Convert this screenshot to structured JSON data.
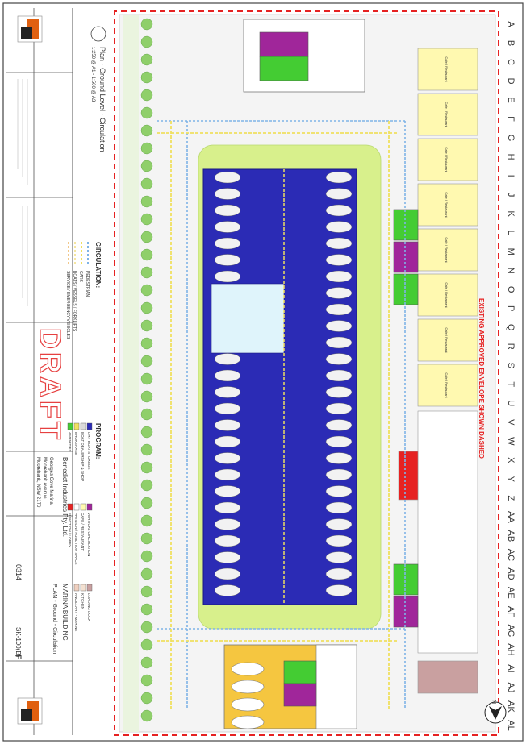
{
  "plan": {
    "title": "Plan - Ground Level - Circulation",
    "scale": "1:250 @ A1 - 1:500 @ A3",
    "draft_stamp": "DRAFT",
    "envelope_note": "EXISTING APPROVED ENVELOPE SHOWN DASHED",
    "north_label": "N"
  },
  "grid_labels": [
    "A",
    "B",
    "C",
    "D",
    "E",
    "F",
    "G",
    "H",
    "I",
    "J",
    "K",
    "L",
    "M",
    "N",
    "O",
    "P",
    "Q",
    "R",
    "S",
    "T",
    "U",
    "V",
    "W",
    "X",
    "Y",
    "Z",
    "AA",
    "AB",
    "AC",
    "AD",
    "AE",
    "AF",
    "AG",
    "AH",
    "AI",
    "AJ",
    "AK",
    "AL"
  ],
  "tenancies": [
    "Cafe / Restaurant",
    "Cafe / Restaurant",
    "Cafe / Restaurant",
    "Cafe / Restaurant",
    "Cafe / Restaurant",
    "Cafe / Restaurant",
    "Cafe / Restaurant",
    "Cafe / Restaurant"
  ],
  "circulation": {
    "heading": "CIRCULATION:",
    "items": [
      {
        "label": "PEDESTRIAN",
        "color": "#7fb3e6"
      },
      {
        "label": "CARS",
        "color": "#f0e060"
      },
      {
        "label": "BOATS / VESSELS / FORKLIFTS",
        "color": "#f5e6a0"
      },
      {
        "label": "SERVICE / EMERGENCY VEHICLES",
        "color": "#f2c88a"
      }
    ]
  },
  "program": {
    "heading": "PROGRAM:",
    "items": [
      {
        "label": "DRY BOAT STORAGE",
        "color": "#2b2bb5"
      },
      {
        "label": "BOAT DEALERSHIP & SHOP",
        "color": "#d9d9d9"
      },
      {
        "label": "BROKERAGE",
        "color": "#f0e060"
      },
      {
        "label": "AMENITIES",
        "color": "#44cc33"
      },
      {
        "label": "VERTICAL CIRCULATION",
        "color": "#a0269a"
      },
      {
        "label": "CAFE / RESTAURANT",
        "color": "#fff9b0"
      },
      {
        "label": "PAVILION / FUNCTION SPACE",
        "color": "#ffffff"
      },
      {
        "label": "FUNCTION / LOBBY",
        "color": "#e62222"
      },
      {
        "label": "LOADING DOCK",
        "color": "#c9a0a0"
      },
      {
        "label": "KITCHEN",
        "color": "#f3e0d0"
      },
      {
        "label": "ANCILLARY - MARINE",
        "color": "#f0d0c0"
      }
    ]
  },
  "client": {
    "name": "Benedict Industries Pty. Ltd.",
    "address": [
      "Georges Cove Marina",
      "Moorebank Avenue",
      "Moorebank, NSW 2170"
    ]
  },
  "project": {
    "title": "MARINA BUILDING",
    "sheet_title": "PLAN - Ground - Circulation",
    "job_no": "0314",
    "drawing_no": "SK-100(B)",
    "revision": "F"
  },
  "colors": {
    "storage": "#2b2bb5",
    "boat": "#f2f2f2",
    "amenity": "#44cc33",
    "vertical": "#a0269a",
    "cafe": "#fff9b0",
    "red": "#e62222",
    "envelope": "#e62222",
    "ped": "#7fb3e6",
    "car": "#f0e060",
    "lawn": "#d8f08c",
    "tree": "#8fcf6a",
    "brokerage": "#f5c640"
  }
}
